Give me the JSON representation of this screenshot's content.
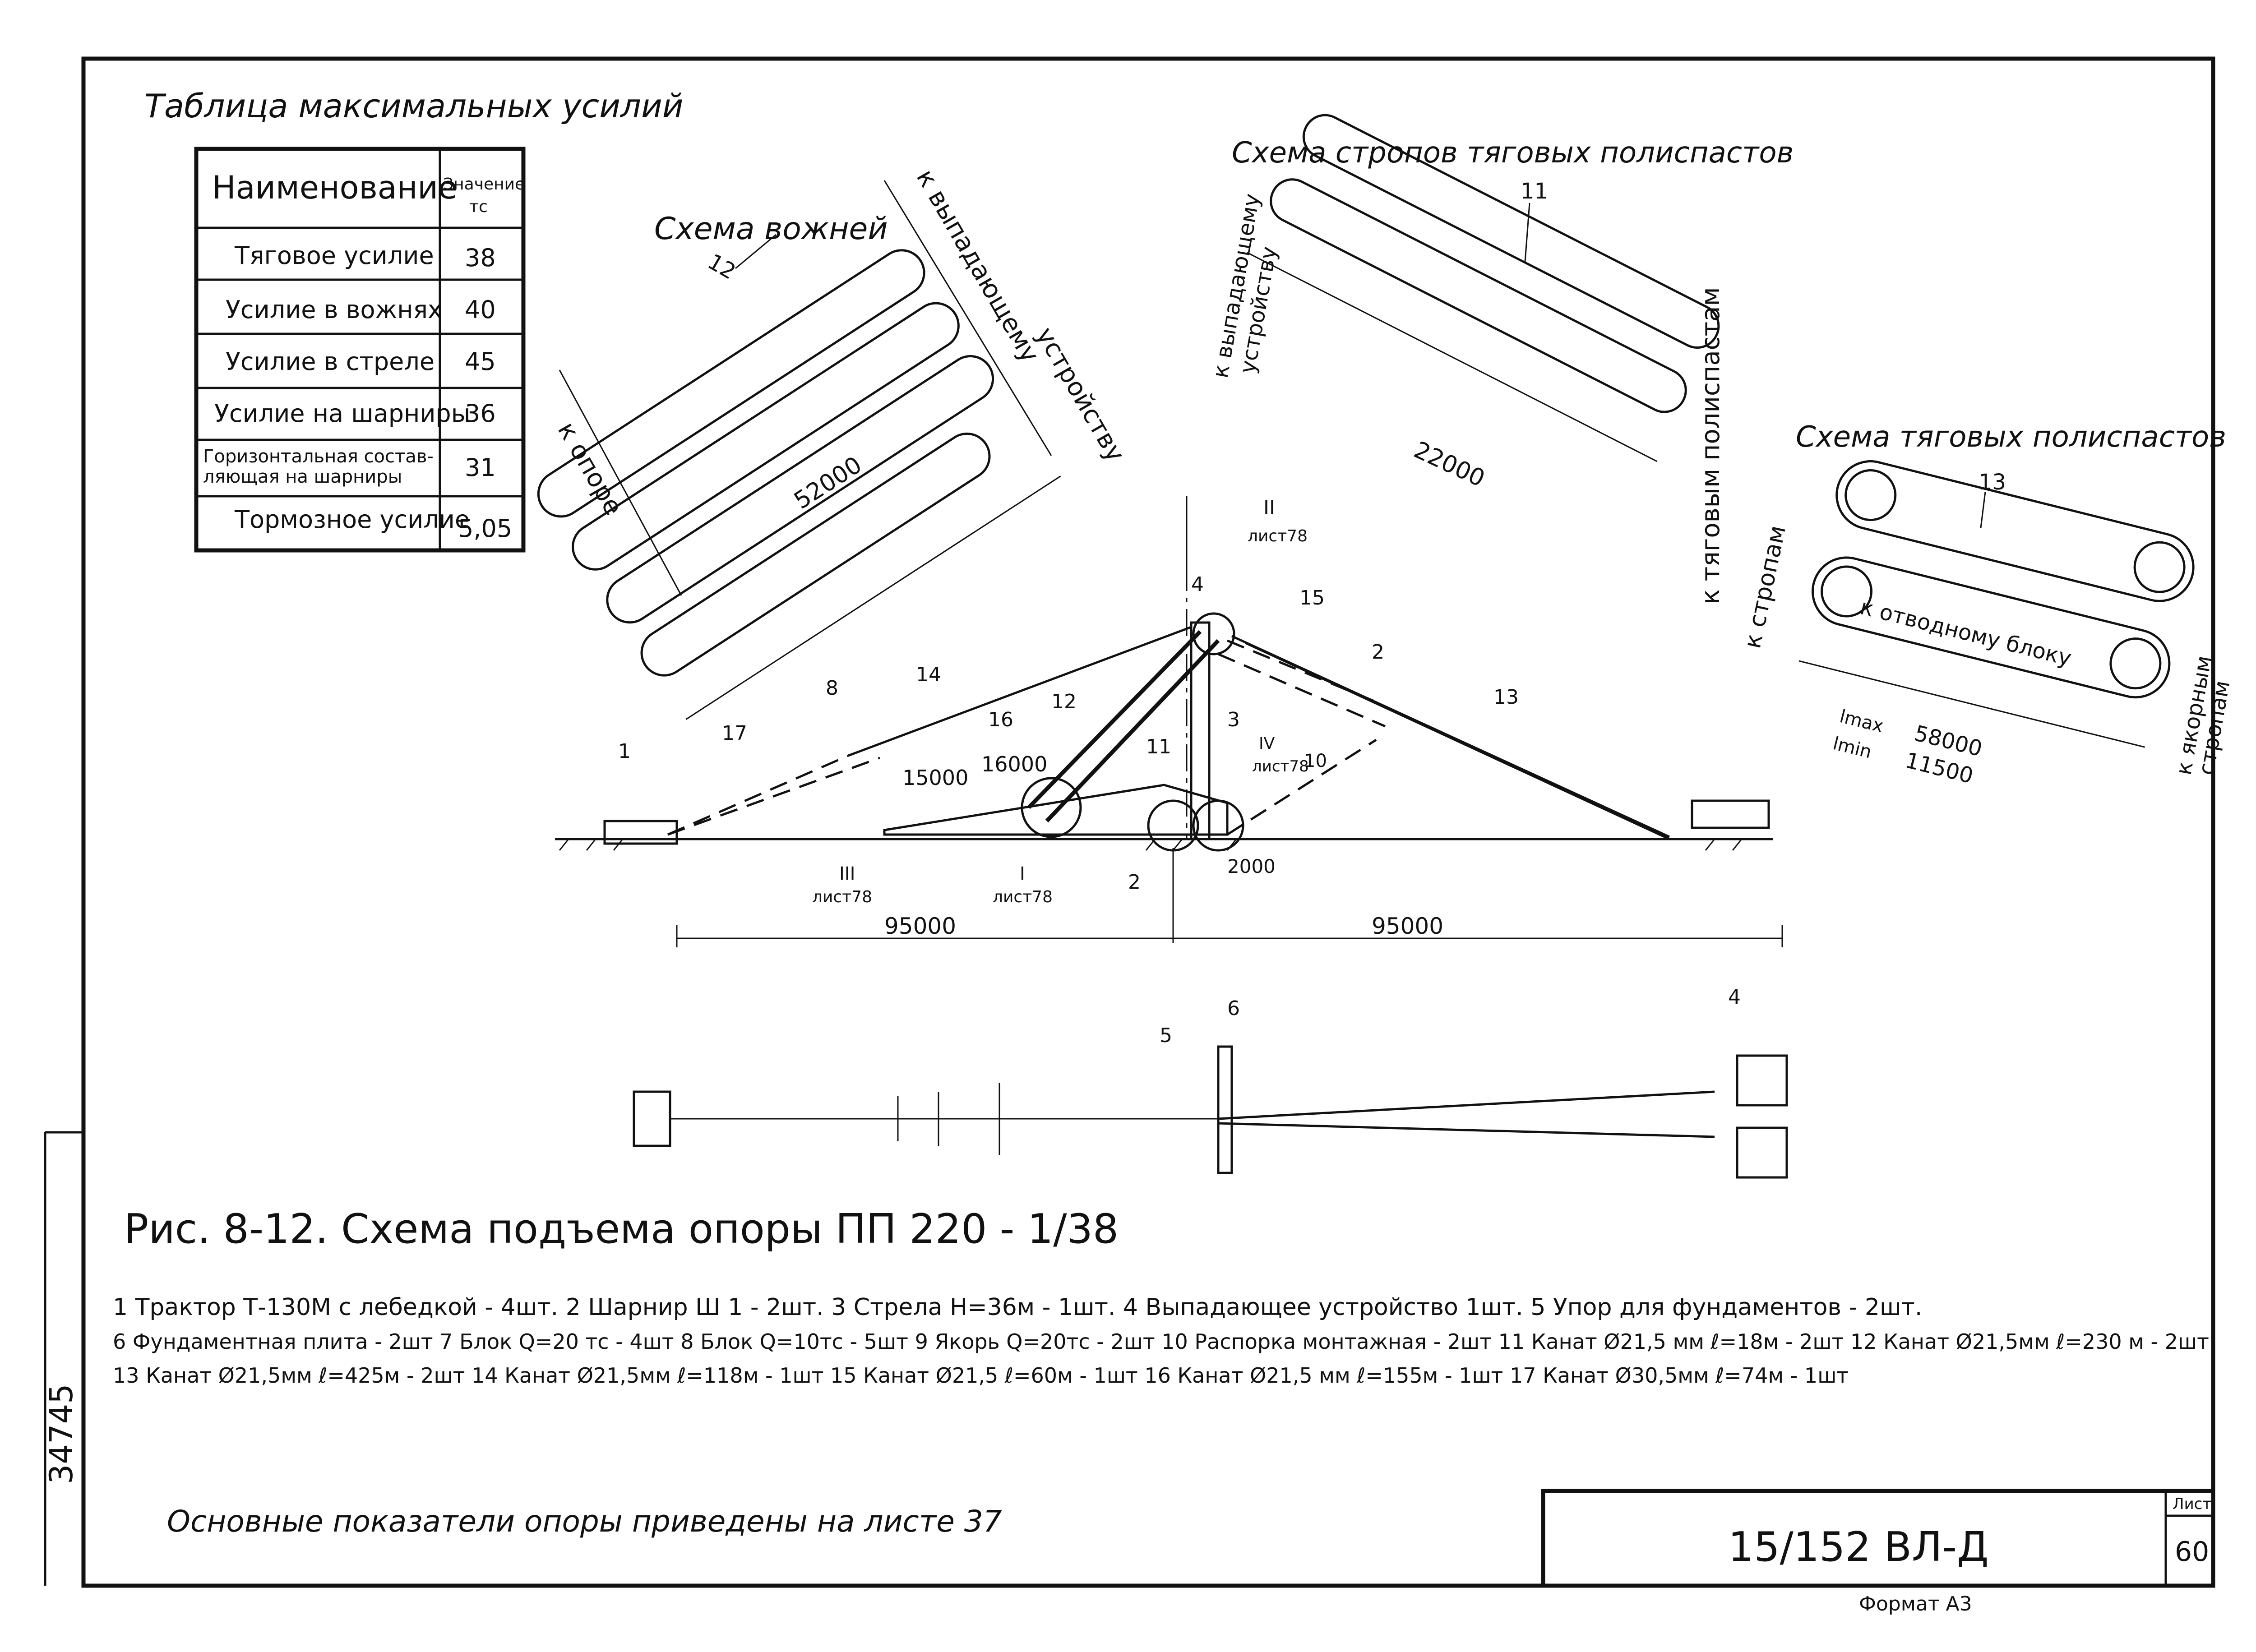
{
  "table": {
    "title": "Таблица максимальных усилий",
    "header": [
      "Наименование",
      "Значение",
      "тс"
    ],
    "rows": [
      {
        "name": "Тяговое усилие",
        "value": "38"
      },
      {
        "name": "Усилие в вожнях",
        "value": "40"
      },
      {
        "name": "Усилие в стреле",
        "value": "45"
      },
      {
        "name": "Усилие на шарниры",
        "value": "36"
      },
      {
        "name": "Горизонтальная состав-",
        "name2": "ляющая на шарниры",
        "value": "31"
      },
      {
        "name": "Тормозное усилие",
        "value": "5,05"
      }
    ]
  },
  "scheme_vozhnei": {
    "title": "Схема вожней",
    "to_device_1": "к выпадающему",
    "to_device_2": "устройству",
    "to_support": "к опоре",
    "length": "52000",
    "label": "12"
  },
  "scheme_stropov": {
    "title": "Схема стропов тяговых полиспастов",
    "to_device_1": "к выпадающему",
    "to_device_2": "устройству",
    "to_tackle": "к тяговым полиспастам",
    "length": "22000",
    "label": "11"
  },
  "scheme_poliaspastov": {
    "title": "Схема тяговых полиспастов",
    "to_strops": "к стропам",
    "to_block": "к отводному блоку",
    "to_anchor_1": "к якорным",
    "to_anchor_2": "стропам",
    "lmax_label": "lmax",
    "lmax": "58000",
    "lmin_label": "lmin",
    "lmin": "11500",
    "label": "13"
  },
  "main_scheme": {
    "node_ii": "II",
    "node_iii": "III",
    "node_i": "I",
    "node_iv": "IV",
    "sheet_ref": "лист78",
    "dim_15000": "15000",
    "dim_16000": "16000",
    "dim_2000": "2000",
    "dim_left": "95000",
    "dim_right": "95000",
    "callouts": [
      "1",
      "2",
      "3",
      "4",
      "8",
      "10",
      "11",
      "12",
      "13",
      "14",
      "15",
      "16",
      "17",
      "2"
    ]
  },
  "plan_view": {
    "callouts": [
      "5",
      "6",
      "4"
    ]
  },
  "caption": "Рис. 8-12. Схема подъема опоры ПП 220 - 1/38",
  "legend": [
    "1 Трактор Т-130М с лебедкой - 4шт. 2 Шарнир Ш 1 - 2шт. 3 Стрела Н=36м - 1шт. 4 Выпадающее устройство 1шт. 5 Упор для фундаментов - 2шт.",
    "6 Фундаментная плита - 2шт 7 Блок Q=20 тс - 4шт 8 Блок Q=10тс - 5шт 9 Якорь Q=20тс - 2шт 10 Распорка монтажная - 2шт 11 Канат Ø21,5 мм ℓ=18м - 2шт 12 Канат Ø21,5мм ℓ=230 м - 2шт",
    "13 Канат Ø21,5мм ℓ=425м - 2шт 14 Канат Ø21,5мм ℓ=118м - 1шт 15 Канат Ø21,5 ℓ=60м - 1шт 16 Канат Ø21,5 мм ℓ=155м - 1шт 17 Канат Ø30,5мм ℓ=74м - 1шт"
  ],
  "note": "Основные показатели опоры приведены на листе 37",
  "title_block": {
    "doc_code": "15/152 ВЛ-Д",
    "sheet_label": "Лист",
    "sheet_no": "60",
    "format": "Формат А3"
  },
  "side_stamp": "34745"
}
